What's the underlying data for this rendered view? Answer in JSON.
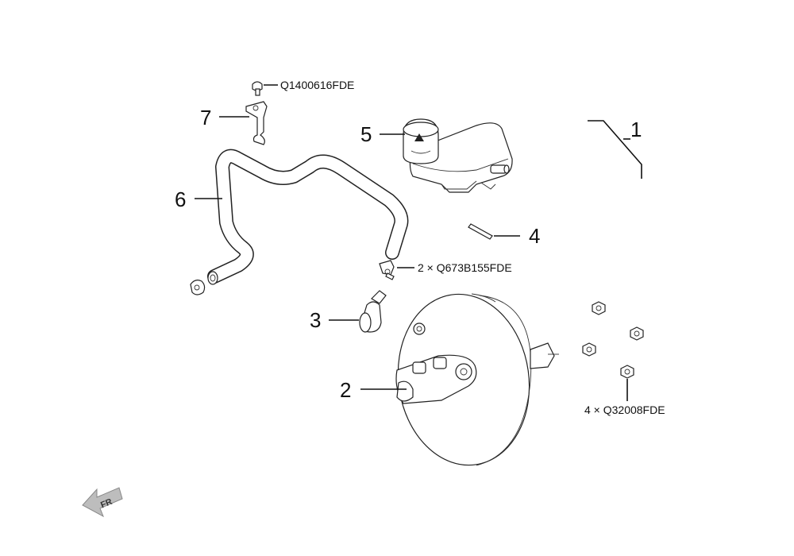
{
  "callouts": {
    "p1": "1",
    "p2": "2",
    "p3": "3",
    "p4": "4",
    "p5": "5",
    "p6": "6",
    "p7": "7"
  },
  "fasteners": {
    "bolt_top": "Q1400616FDE",
    "clamp": "2 × Q673B155FDE",
    "nuts": "4 × Q32008FDE"
  },
  "direction_arrow": "FR"
}
